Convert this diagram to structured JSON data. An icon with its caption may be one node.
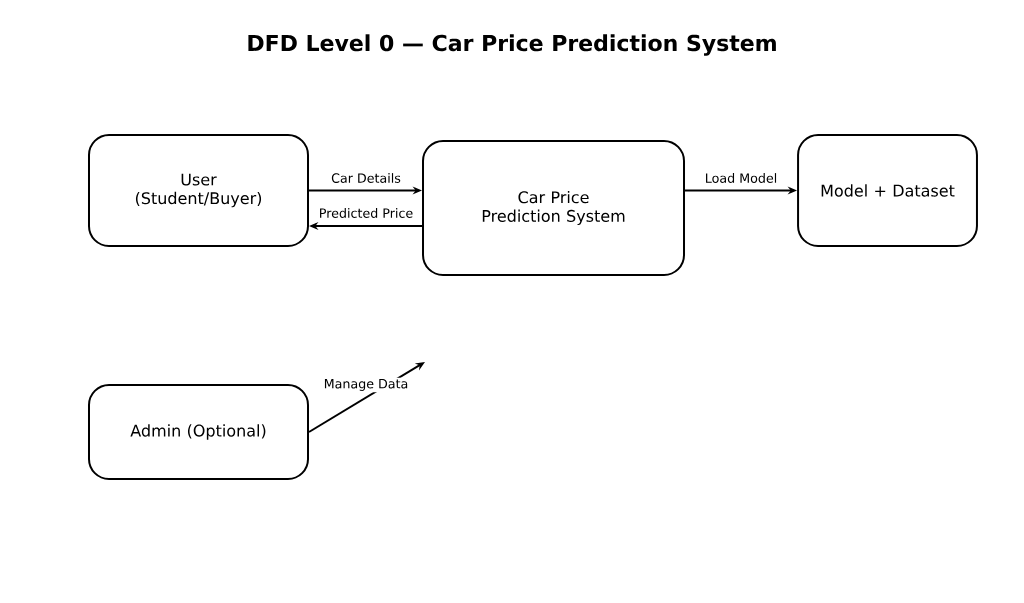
{
  "diagram": {
    "title": "DFD Level 0 — Car Price Prediction System",
    "nodes": [
      {
        "text": [
          "User (Student/Buyer)"
        ]
      },
      {
        "text": [
          "Car Price Prediction System"
        ]
      },
      {
        "text": [
          "Model + Dataset"
        ]
      },
      {
        "text": [
          "Admin (Optional)"
        ]
      }
    ],
    "edges": [
      {
        "from": 0,
        "to": 1,
        "arrow": "to",
        "label": "Car Details"
      },
      {
        "from": 1,
        "to": 0,
        "arrow": "to",
        "label": "Predicted Price"
      },
      {
        "from": 1,
        "to": 2,
        "arrow": "to",
        "label": "Load Model"
      },
      {
        "from": 3,
        "to": null,
        "arrow": "to",
        "label": "Manage Data"
      }
    ]
  }
}
